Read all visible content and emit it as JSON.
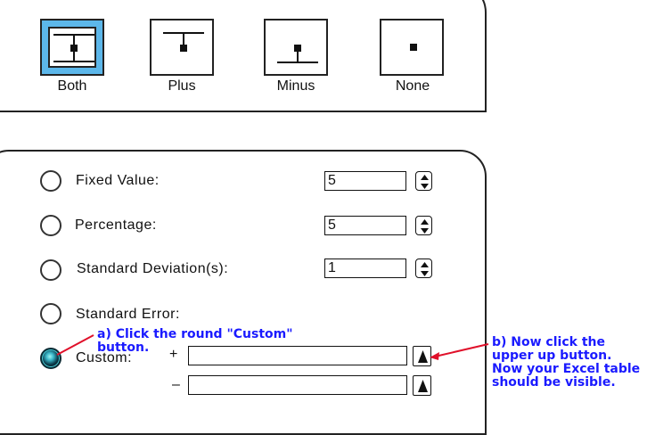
{
  "error_bar_styles": [
    {
      "label": "Both",
      "icon": "error-bar-both-icon",
      "selected": true
    },
    {
      "label": "Plus",
      "icon": "error-bar-plus-icon",
      "selected": false
    },
    {
      "label": "Minus",
      "icon": "error-bar-minus-icon",
      "selected": false
    },
    {
      "label": "None",
      "icon": "error-bar-none-icon",
      "selected": false
    }
  ],
  "error_amount": {
    "fixed_value": {
      "label": "Fixed Value:",
      "value": "5"
    },
    "percentage": {
      "label": "Percentage:",
      "value": "5"
    },
    "std_dev": {
      "label": "Standard Deviation(s):",
      "value": "1"
    },
    "std_error": {
      "label": "Standard Error:"
    },
    "custom": {
      "label": "Custom:",
      "plus_sign": "+",
      "minus_sign": "–",
      "plus_value": "",
      "minus_value": "",
      "selected": true
    }
  },
  "annotations": {
    "a": "a)  Click the round \"Custom\" button.",
    "b": "b)  Now click the upper up button.  Now your Excel table should be visible."
  },
  "colors": {
    "selected_button": "#5cb7ea",
    "annotation": "#1a1aff",
    "arrow": "#e0102a"
  }
}
